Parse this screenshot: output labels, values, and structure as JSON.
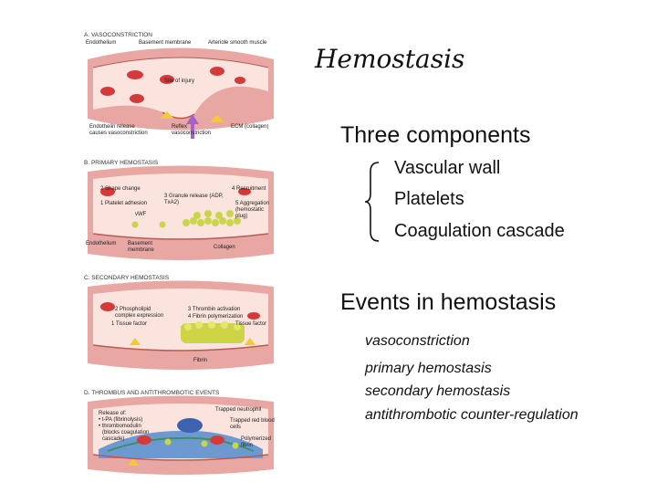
{
  "slide_title": "Hemostasis",
  "section1": {
    "heading": "Three components",
    "items": [
      "Vascular wall",
      "Platelets",
      "Coagulation cascade"
    ]
  },
  "section2": {
    "heading": "Events in hemostasis",
    "items": [
      "vasoconstriction",
      "primary hemostasis",
      "secondary hemostasis",
      "antithrombotic counter-regulation"
    ]
  },
  "figure": {
    "panel_a": {
      "title": "A. VASOCONSTRICTION",
      "labels": [
        "Endothelium",
        "Basement membrane",
        "Arteriole smooth muscle",
        "Site of injury",
        "Endothelin release causes vasoconstriction",
        "Reflex vasoconstriction",
        "ECM (collagen)"
      ]
    },
    "panel_b": {
      "title": "B. PRIMARY HEMOSTASIS",
      "labels": [
        "2 Shape change",
        "3 Granule release (ADP, TxA2)",
        "4 Recruitment",
        "1 Platelet adhesion",
        "5 Aggregation (hemostatic plug)",
        "vWF",
        "Endothelium",
        "Basement membrane",
        "Collagen"
      ]
    },
    "panel_c": {
      "title": "C. SECONDARY HEMOSTASIS",
      "labels": [
        "2 Phospholipid complex expression",
        "3 Thrombin activation",
        "4 Fibrin polymerization",
        "1 Tissue factor",
        "Tissue factor",
        "Fibrin"
      ]
    },
    "panel_d": {
      "title": "D. THROMBUS AND ANTITHROMBOTIC EVENTS",
      "labels": [
        "Release of:",
        "• t-PA (fibrinolysis)",
        "• thrombomodulin",
        "(blocks coagulation",
        "cascade)",
        "Trapped neutrophil",
        "Trapped red blood cells",
        "Polymerized fibrin"
      ]
    },
    "colors": {
      "vessel_wall": "#e9a7a4",
      "lumen": "#fbe4dd",
      "red_cell": "#d53a3a",
      "platelet": "#c9d64a",
      "fibrin": "#d9cf3a",
      "arrow": "#a562c8"
    }
  }
}
